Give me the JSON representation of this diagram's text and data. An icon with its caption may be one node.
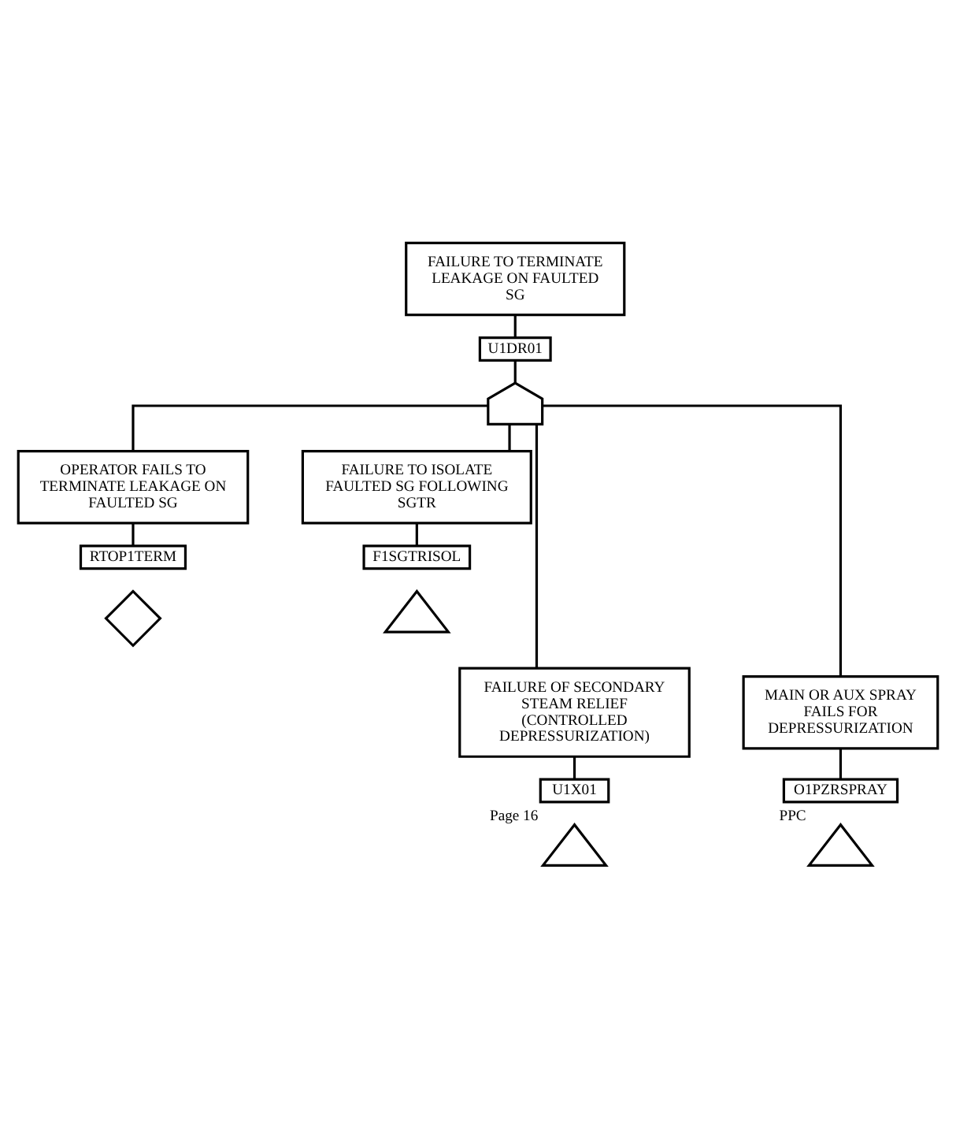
{
  "diagram": {
    "nodes": [
      {
        "text": [
          "FAILURE TO TERMINATE LEAKAGE ON FAULTED SG"
        ]
      },
      {
        "text": [
          "U1DR01"
        ]
      },
      {
        "text": [],
        "shape": "gate"
      },
      {
        "text": [
          "OPERATOR FAILS TO TERMINATE LEAKAGE ON FAULTED SG"
        ]
      },
      {
        "text": [
          "RTOP1TERM"
        ]
      },
      {
        "text": [],
        "shape": "diamond"
      },
      {
        "text": [
          "FAILURE TO ISOLATE FAULTED SG FOLLOWING SGTR"
        ]
      },
      {
        "text": [
          "F1SGTRISOL"
        ]
      },
      {
        "text": [],
        "shape": "triangle"
      },
      {
        "text": [
          "FAILURE OF SECONDARY STEAM RELIEF (CONTROLLED DEPRESSURIZATION)"
        ]
      },
      {
        "text": [
          "U1X01"
        ]
      },
      {
        "text": [],
        "shape": "triangle",
        "beside": [
          "Page 16"
        ]
      },
      {
        "text": [
          "MAIN OR AUX SPRAY FAILS FOR DEPRESSURIZATION"
        ]
      },
      {
        "text": [
          "O1PZRSPRAY"
        ]
      },
      {
        "text": [],
        "shape": "triangle",
        "beside": [
          "PPC"
        ]
      }
    ],
    "edges": [
      {
        "from": 0,
        "to": 1,
        "arrow": "none"
      },
      {
        "from": 1,
        "to": 2,
        "arrow": "none"
      },
      {
        "from": 2,
        "to": 3,
        "arrow": "none"
      },
      {
        "from": 3,
        "to": 4,
        "arrow": "none"
      },
      {
        "from": 2,
        "to": 6,
        "arrow": "none"
      },
      {
        "from": 6,
        "to": 7,
        "arrow": "none"
      },
      {
        "from": 2,
        "to": 9,
        "arrow": "none"
      },
      {
        "from": 9,
        "to": 10,
        "arrow": "none"
      },
      {
        "from": 2,
        "to": 12,
        "arrow": "none"
      },
      {
        "from": 12,
        "to": 13,
        "arrow": "none"
      }
    ]
  }
}
